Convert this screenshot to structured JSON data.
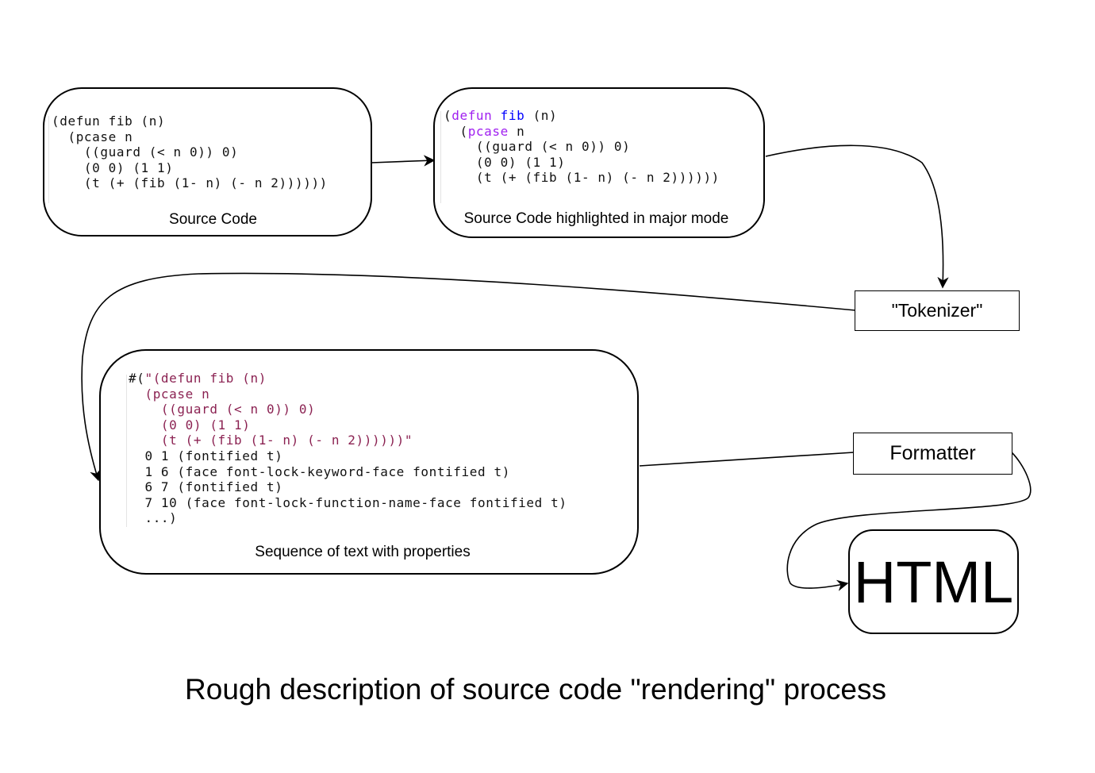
{
  "boxes": {
    "source": {
      "lines": [
        "(defun fib (n)",
        "  (pcase n",
        "    ((guard (< n 0)) 0)",
        "    (0 0) (1 1)",
        "    (t (+ (fib (1- n) (- n 2))))))"
      ],
      "label": "Source Code"
    },
    "highlighted": {
      "line1": {
        "open": "(",
        "kw": "defun",
        "fn": "fib",
        "rest": " (n)"
      },
      "line2": {
        "indent": "  (",
        "kw": "pcase",
        "rest": " n"
      },
      "lines_rest": [
        "    ((guard (< n 0)) 0)",
        "    (0 0) (1 1)",
        "    (t (+ (fib (1- n) (- n 2))))))"
      ],
      "label": "Source Code highlighted in major mode"
    },
    "tokenizer": {
      "label": "\"Tokenizer\""
    },
    "properties": {
      "prefix": "#(",
      "string_lines": [
        "\"(defun fib (n)",
        "  (pcase n",
        "    ((guard (< n 0)) 0)",
        "    (0 0) (1 1)",
        "    (t (+ (fib (1- n) (- n 2))))))\""
      ],
      "prop_lines": [
        "  0 1 (fontified t)",
        "  1 6 (face font-lock-keyword-face fontified t)",
        "  6 7 (fontified t)",
        "  7 10 (face font-lock-function-name-face fontified t)",
        "  ...)"
      ],
      "label": "Sequence of text with properties"
    },
    "formatter": {
      "label": "Formatter"
    },
    "html": {
      "label": "HTML"
    }
  },
  "caption": "Rough description of source code \"rendering\" process",
  "colors": {
    "keyword": "#a020f0",
    "function_name": "#0000ff",
    "string": "#8b2252",
    "stroke": "#000000"
  }
}
